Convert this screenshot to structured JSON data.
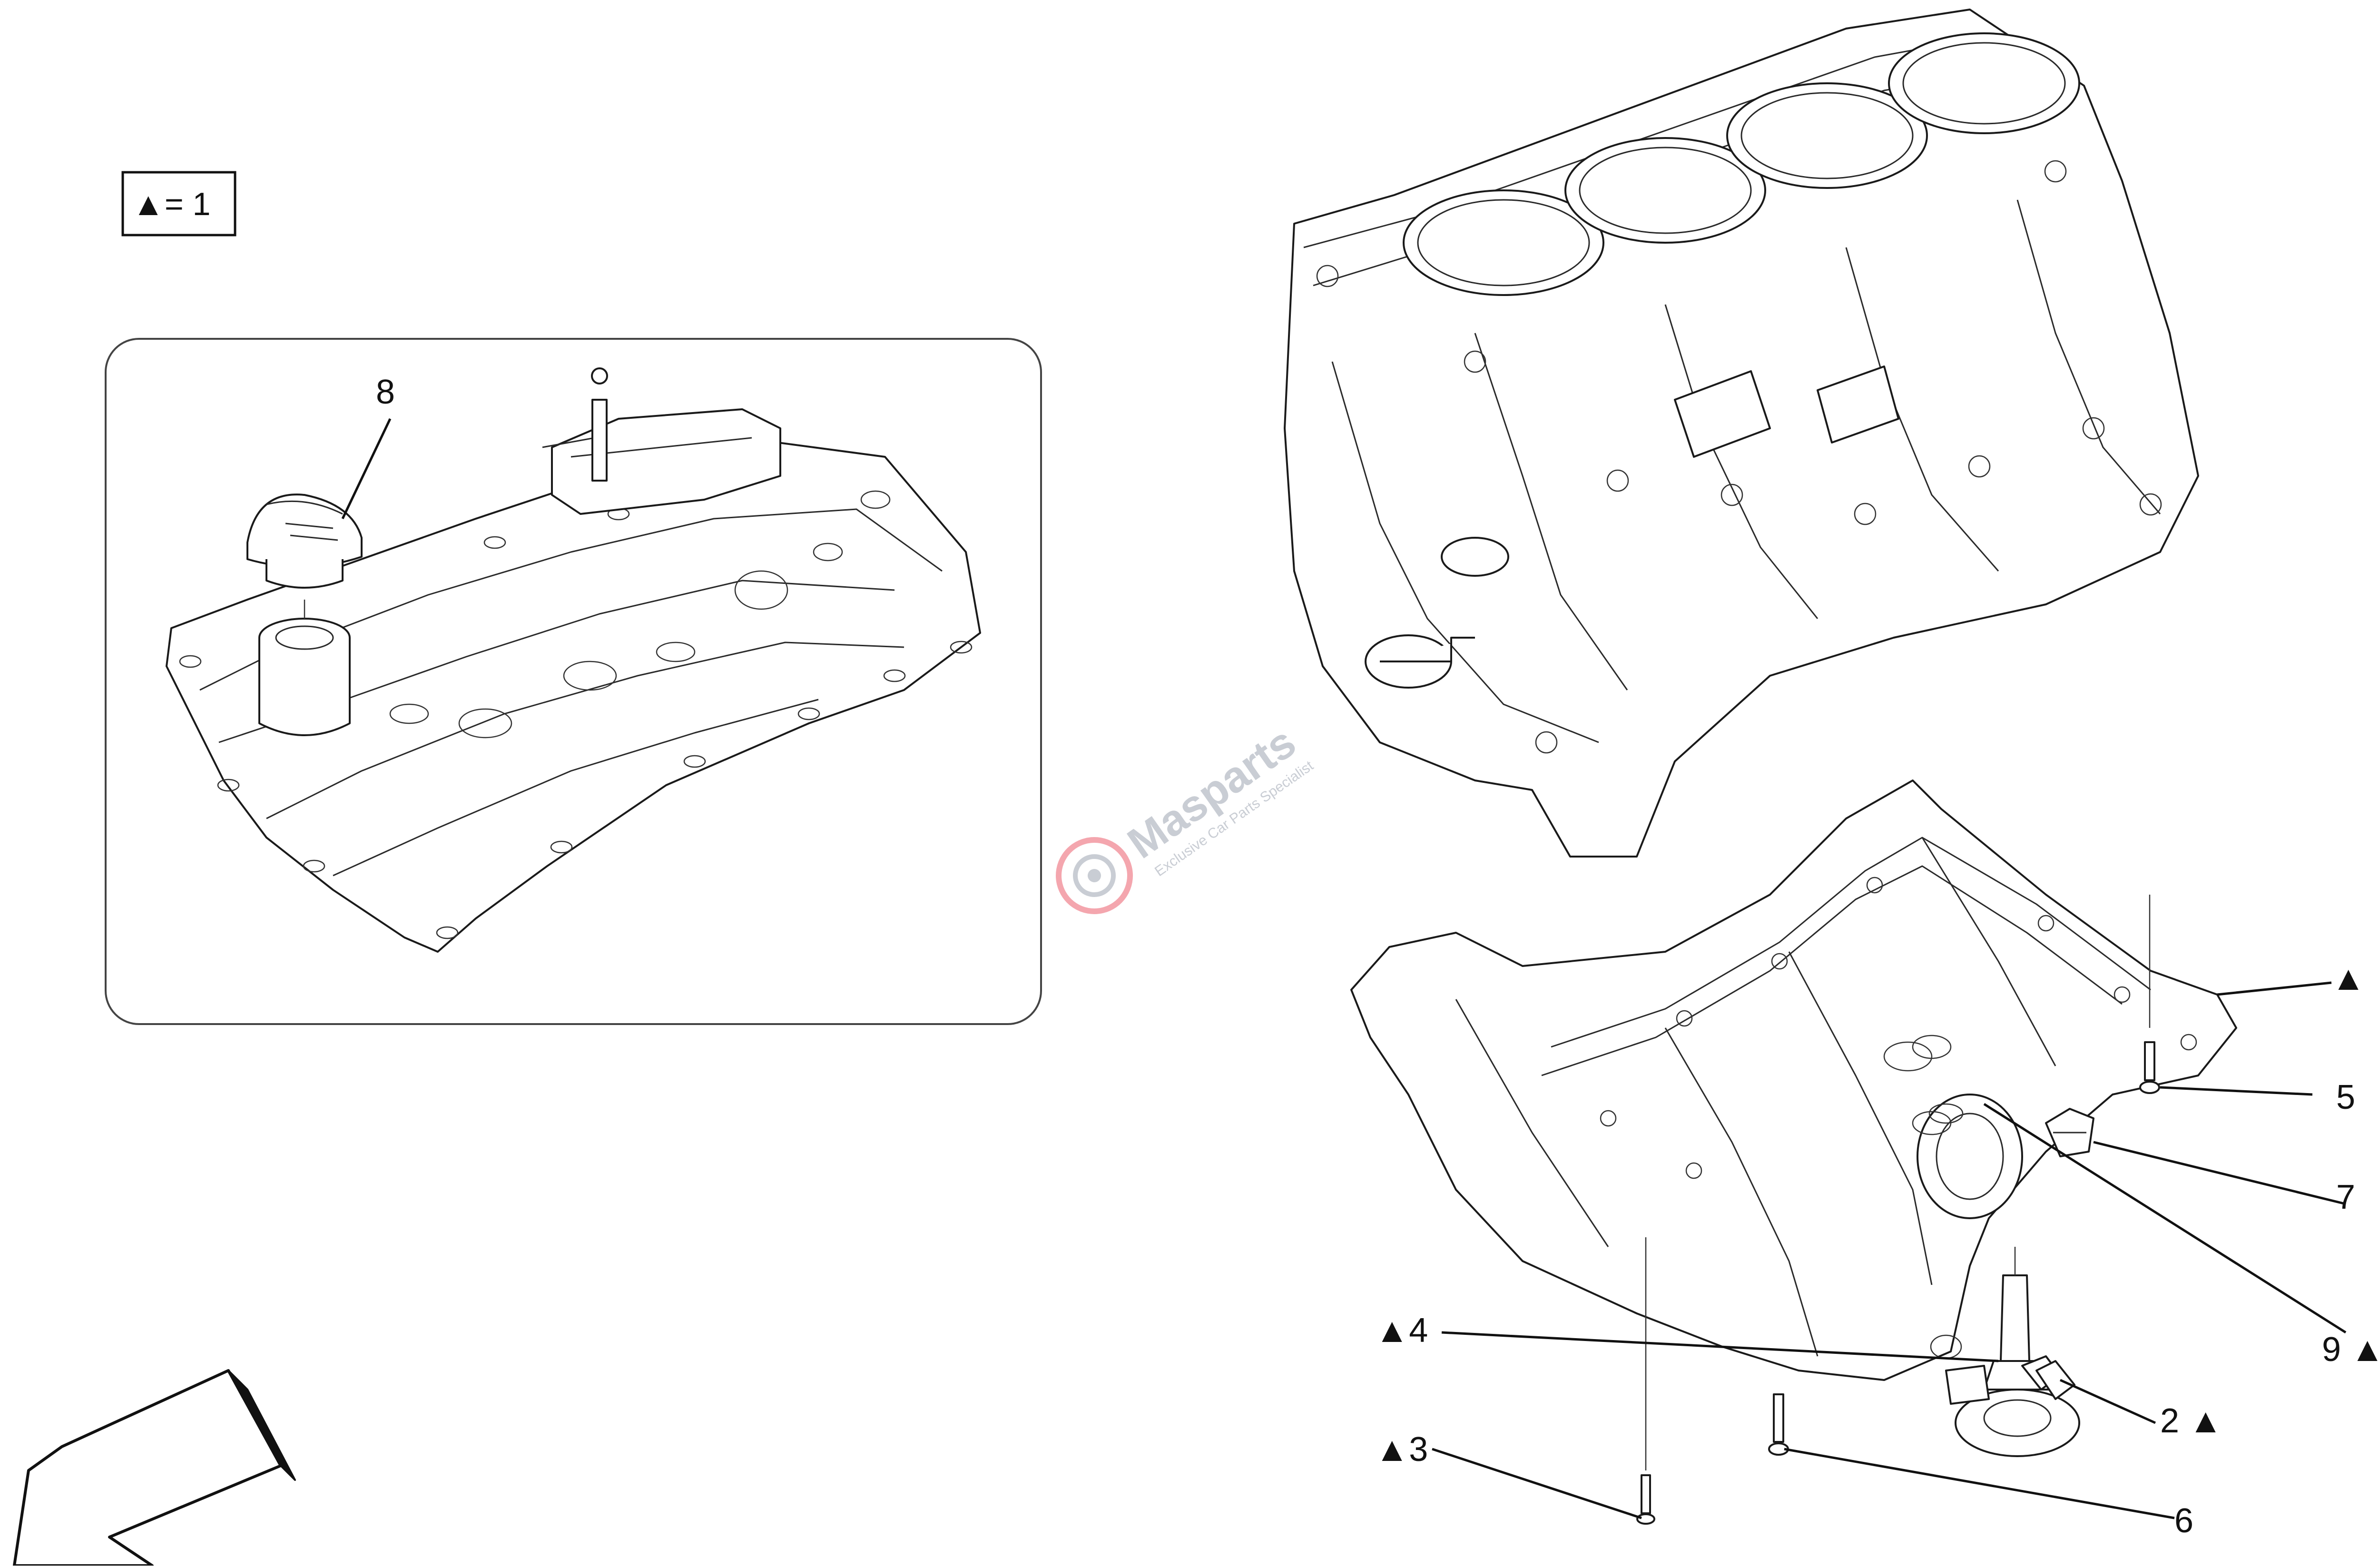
{
  "legend": {
    "marker": "▲",
    "text": "= 1"
  },
  "callouts": [
    {
      "id": "8",
      "text": "8"
    },
    {
      "id": "5",
      "text": "5"
    },
    {
      "id": "7",
      "text": "7"
    },
    {
      "id": "9",
      "text": "9 ▲"
    },
    {
      "id": "4",
      "text": "▲4"
    },
    {
      "id": "3",
      "text": "▲3"
    },
    {
      "id": "2",
      "text": "2 ▲"
    },
    {
      "id": "6",
      "text": "6"
    },
    {
      "id": "triangle",
      "text": "▲"
    }
  ],
  "watermark": {
    "brand": "Masparts",
    "tagline": "Exclusive Car Parts Specialist"
  },
  "icons": [
    "direction-arrow-icon",
    "watermark-logo-icon"
  ],
  "colors": {
    "line": "#111111",
    "background": "#ffffff",
    "watermark": "#c9cdd4",
    "watermark_accent": "#f4a6ae"
  }
}
